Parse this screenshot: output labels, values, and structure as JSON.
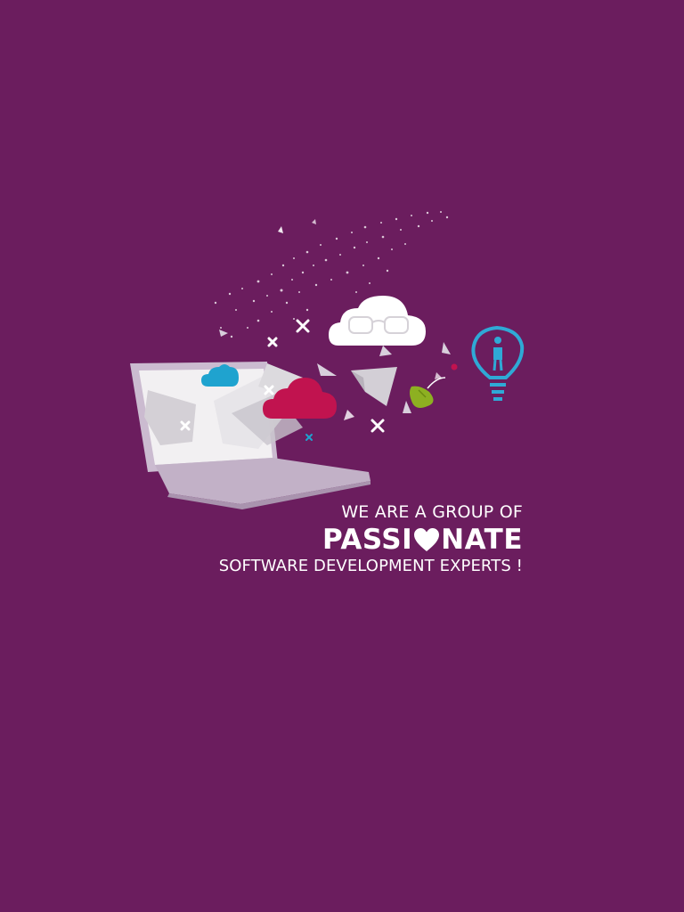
{
  "tagline": {
    "line1": "WE ARE A GROUP OF",
    "line2_before_heart": "PASSI",
    "line2_after_heart": "NATE",
    "line3": "SOFTWARE DEVELOPMENT EXPERTS !"
  },
  "colors": {
    "background": "#6b1d5e",
    "cloud_blue": "#1fa3cf",
    "cloud_crimson": "#c1134f",
    "cloud_white": "#ffffff",
    "mouse_green": "#8db021",
    "bulb_blue": "#2fa9d6",
    "laptop_lavender": "#c9b7cc"
  },
  "icons": {
    "laptop": "laptop-icon",
    "cloud_glasses": "cloud-glasses-icon",
    "cloud_blue": "cloud-icon",
    "cloud_crimson": "cloud-icon",
    "mouse": "mouse-icon",
    "lightbulb": "lightbulb-person-icon",
    "heart": "heart-icon"
  }
}
